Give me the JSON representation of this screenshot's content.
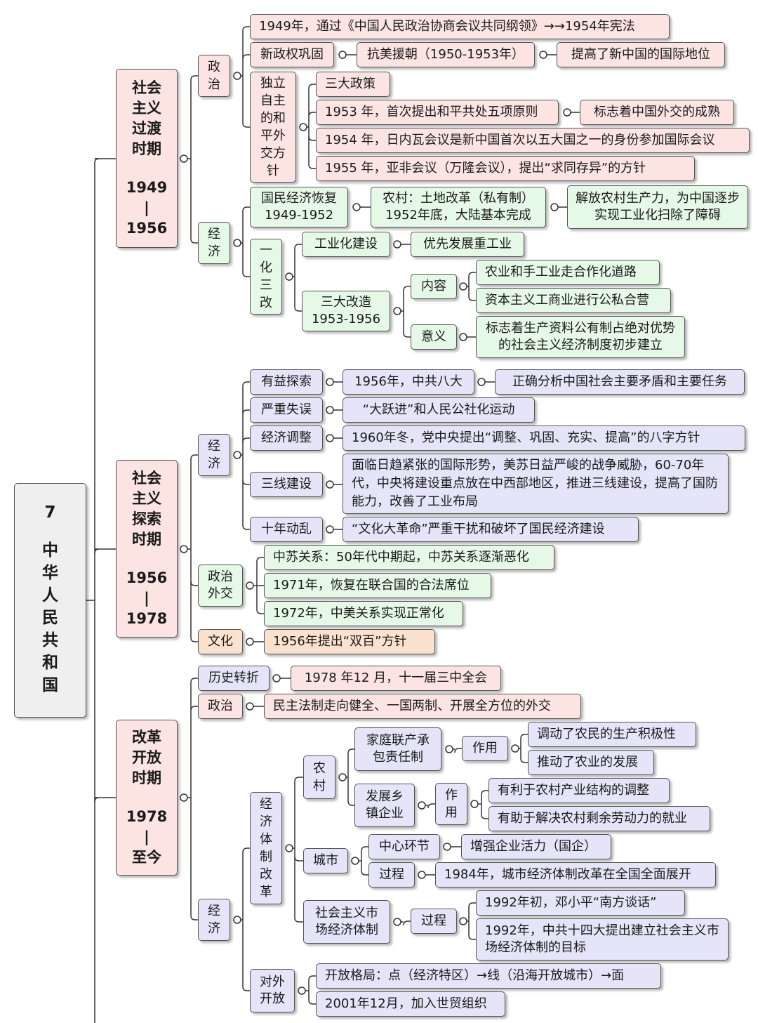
{
  "root": {
    "number": "7",
    "title": "中华人民共和国"
  },
  "periods": [
    {
      "name": "社会主义过渡时期",
      "years": [
        "1949",
        "|",
        "1956"
      ]
    },
    {
      "name": "社会主义探索时期",
      "years": [
        "1956",
        "|",
        "1978"
      ]
    },
    {
      "name": "改革开放时期",
      "years": [
        "1978",
        "|",
        "至今"
      ]
    }
  ],
  "p1": {
    "politics": "政治",
    "constitution": "1949年，通过《中国人民政治协商会议共同纲领》→→1954年宪法",
    "consolidate": "新政权巩固",
    "korea": "抗美援朝（1950-1953年）",
    "korea_result": "提高了新中国的国际地位",
    "diplomacy": "独立自主的和平外交方针",
    "three_policies": "三大政策",
    "five_principles": "1953 年，首次提出和平共处五项原则",
    "five_principles_result": "标志着中国外交的成熟",
    "geneva": "1954 年，日内瓦会议是新中国首次以五大国之一的身份参加国际会议",
    "bandung": "1955 年，亚非会议（万隆会议），提出“求同存异”的方针",
    "economy": "经济",
    "recovery": "国民经济恢复\n1949-1952",
    "land_reform": "农村：土地改革（私有制）\n1952年底，大陆基本完成",
    "land_reform_result": "解放农村生产力，为中国逐步实现工业化扫除了障碍",
    "one_three": "一化三改",
    "industrialization": "工业化建设",
    "heavy_industry": "优先发展重工业",
    "transformation": "三大改造\n1953-1956",
    "content": "内容",
    "agri_coop": "农业和手工业走合作化道路",
    "capitalist": "资本主义工商业进行公私合营",
    "meaning": "意义",
    "meaning_text": "标志着生产资料公有制占绝对优势的社会主义经济制度初步建立"
  },
  "p2": {
    "economy": "经济",
    "explore": "有益探索",
    "eighth_congress": "1956年，中共八大",
    "eighth_result": "正确分析中国社会主要矛盾和主要任务",
    "mistake": "严重失误",
    "great_leap": "“大跃进”和人民公社化运动",
    "adjust": "经济调整",
    "adjust_text": "1960年冬，党中央提出“调整、巩固、充实、提高”的八字方针",
    "third_front": "三线建设",
    "third_front_text": "面临日趋紧张的国际形势，美苏日益严峻的战争威胁，60-70年代，中央将建设重点放在中西部地区，推进三线建设，提高了国防能力，改善了工业布局",
    "turmoil": "十年动乱",
    "turmoil_text": "“文化大革命”严重干扰和破坏了国民经济建设",
    "politics": "政治外交",
    "sino_soviet": "中苏关系：50年代中期起，中苏关系逐渐恶化",
    "un_seat": "1971年，恢复在联合国的合法席位",
    "sino_us": "1972年，中美关系实现正常化",
    "culture": "文化",
    "double_hundred": "1956年提出“双百”方针"
  },
  "p3": {
    "turning": "历史转折",
    "third_plenum": "1978 年12 月，十一届三中全会",
    "politics": "政治",
    "politics_text": "民主法制走向健全、一国两制、开展全方位的外交",
    "economy": "经济",
    "reform": "经济体制改革",
    "rural": "农村",
    "household": "家庭联产承包责任制",
    "effect1": "作用",
    "farmer": "调动了农民的生产积极性",
    "agri_dev": "推动了农业的发展",
    "township": "发展乡镇企业",
    "effect2": "作用",
    "structure": "有利于农村产业结构的调整",
    "labor": "有助于解决农村剩余劳动力的就业",
    "city": "城市",
    "core": "中心环节",
    "soe": "增强企业活力（国企）",
    "process1": "过程",
    "city_1984": "1984年，城市经济体制改革在全国全面展开",
    "market": "社会主义市场经济体制",
    "process2": "过程",
    "south_tour": "1992年初，邓小平“南方谈话”",
    "fourteenth": "1992年，中共十四大提出建立社会主义市场经济体制的目标",
    "opening": "对外开放",
    "pattern": "开放格局：点（经济特区）→线（沿海开放城市）→面",
    "wto": "2001年12月，加入世贸组织"
  }
}
